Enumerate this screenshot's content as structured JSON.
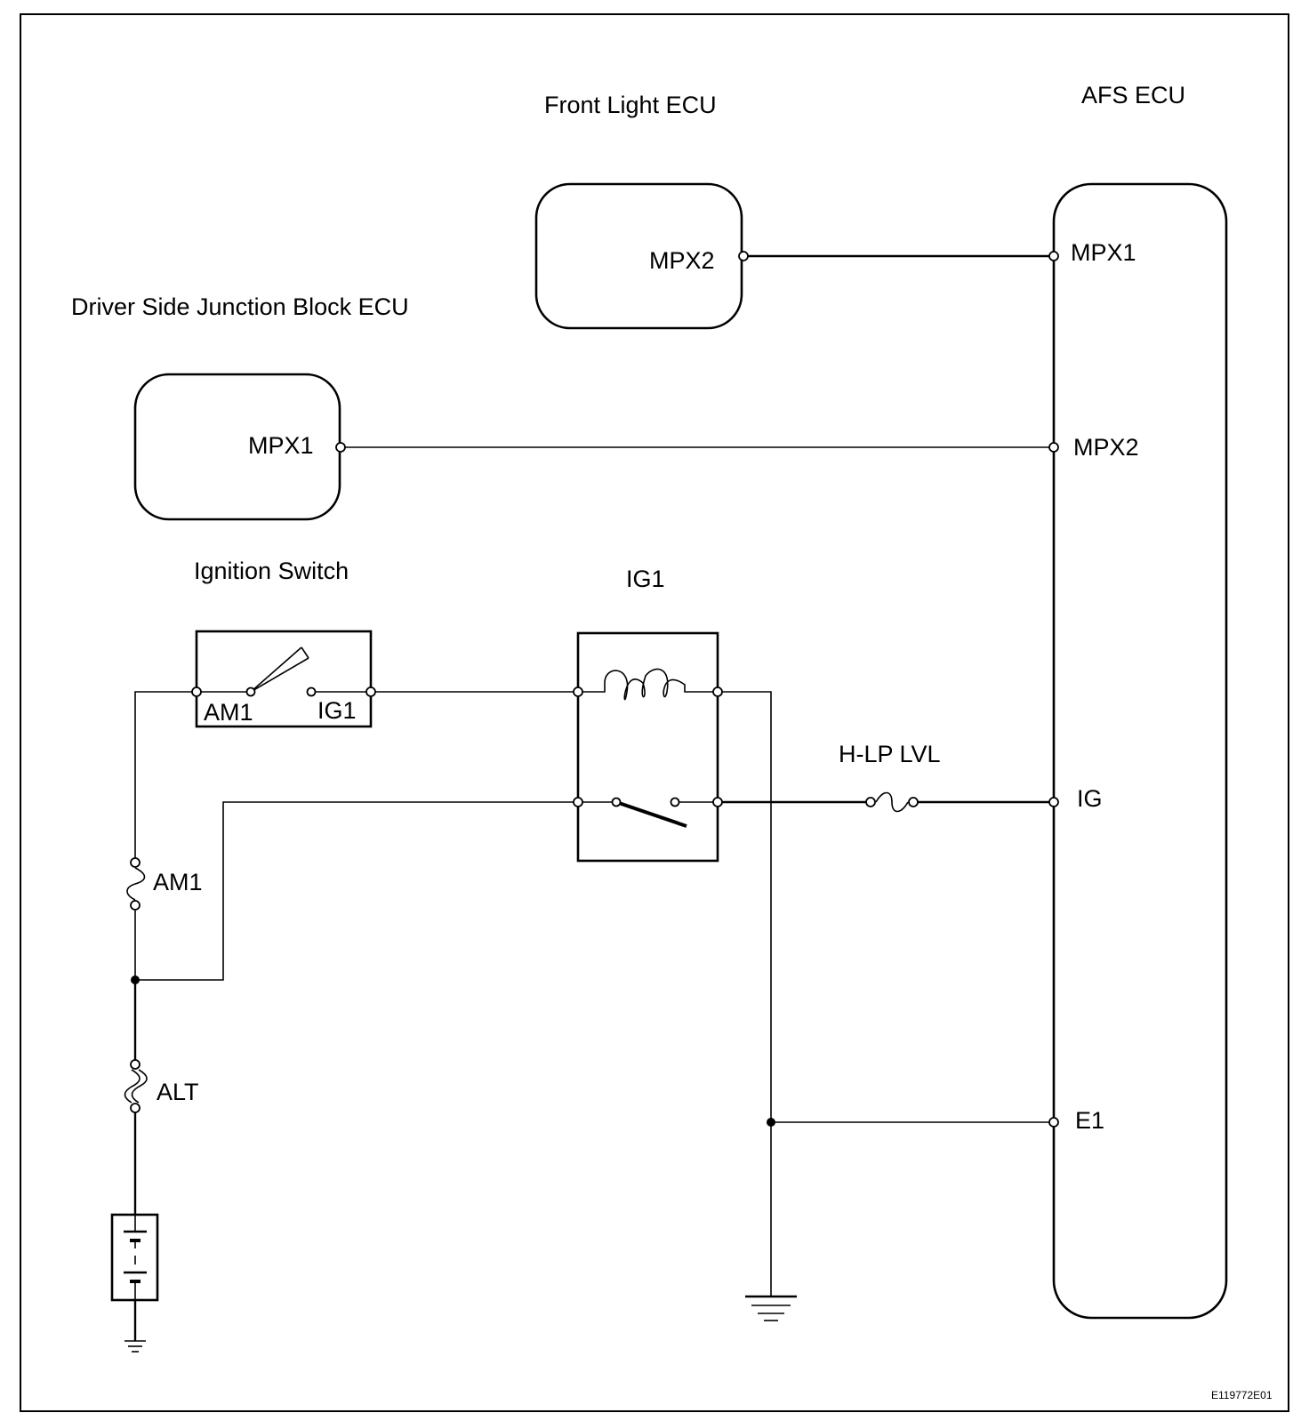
{
  "components": {
    "front_light_ecu": {
      "title": "Front Light ECU",
      "pin": "MPX2"
    },
    "afs_ecu": {
      "title": "AFS ECU",
      "pins": [
        "MPX1",
        "MPX2",
        "IG",
        "E1"
      ]
    },
    "driver_side_jb_ecu": {
      "title": "Driver Side Junction Block ECU",
      "pin": "MPX1"
    },
    "ignition_switch": {
      "title": "Ignition Switch",
      "pin_in": "AM1",
      "pin_out": "IG1"
    },
    "ig1_relay": {
      "title": "IG1"
    },
    "hlp_lvl_fuse": {
      "title": "H-LP LVL"
    },
    "am1_fuse": {
      "title": "AM1"
    },
    "alt_fuse": {
      "title": "ALT"
    }
  },
  "figure_code": "E119772E01"
}
